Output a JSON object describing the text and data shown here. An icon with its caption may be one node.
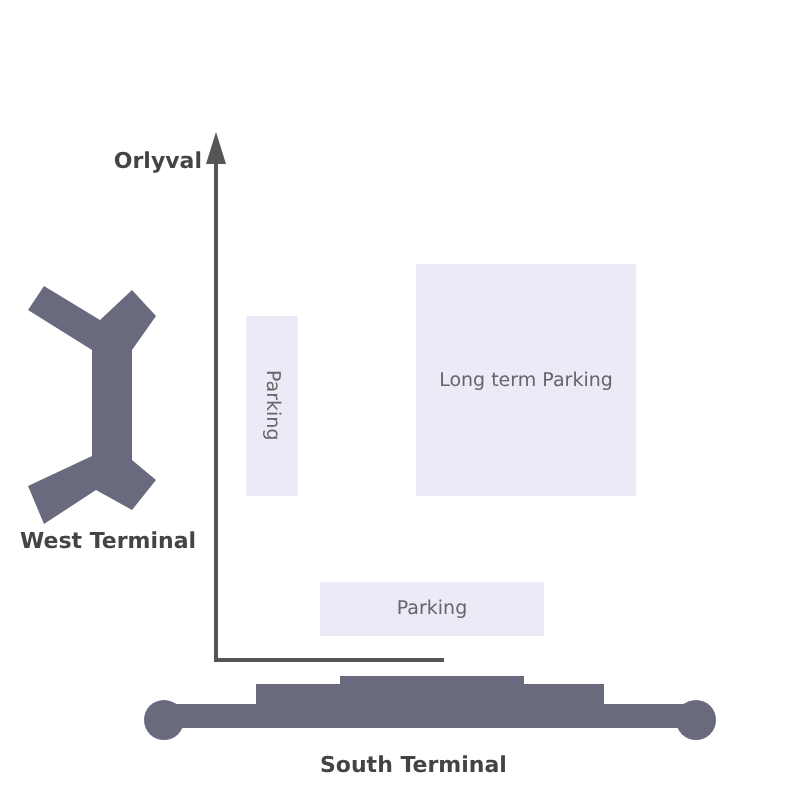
{
  "diagram": {
    "nodes": [
      {
        "text": [
          "West Terminal"
        ]
      },
      {
        "text": [
          "Parking"
        ]
      },
      {
        "text": [
          "Long term Parking"
        ]
      },
      {
        "text": [
          "Parking"
        ]
      },
      {
        "text": [
          "South Terminal"
        ]
      }
    ],
    "labels": [
      "Orlyval"
    ]
  }
}
